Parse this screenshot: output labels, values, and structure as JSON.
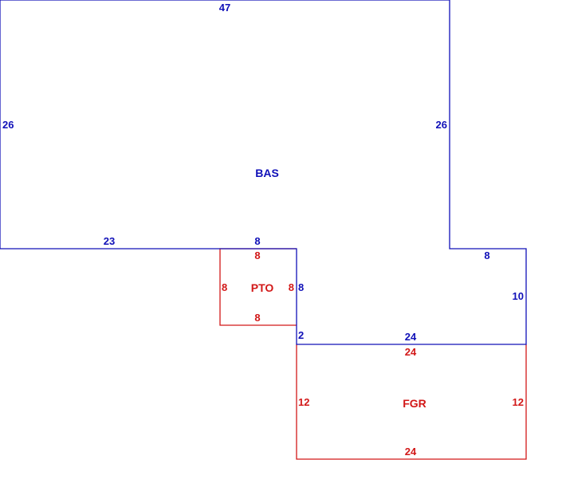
{
  "colors": {
    "primary": "#1010b8",
    "secondary": "#d21818",
    "background": "#ffffff"
  },
  "areas": {
    "bas": {
      "name": "BAS",
      "dims": {
        "top": "47",
        "left": "26",
        "upper_right": "26",
        "bottom_left": "23",
        "notch_top": "8",
        "step_top": "8",
        "step_right": "10",
        "notch_right": "8",
        "notch_step": "2",
        "bottom_right": "24"
      }
    },
    "pto": {
      "name": "PTO",
      "dims": {
        "top": "8",
        "left": "8",
        "right": "8",
        "bottom": "8"
      }
    },
    "fgr": {
      "name": "FGR",
      "dims": {
        "top": "24",
        "left": "12",
        "right": "12",
        "bottom": "24"
      }
    }
  }
}
